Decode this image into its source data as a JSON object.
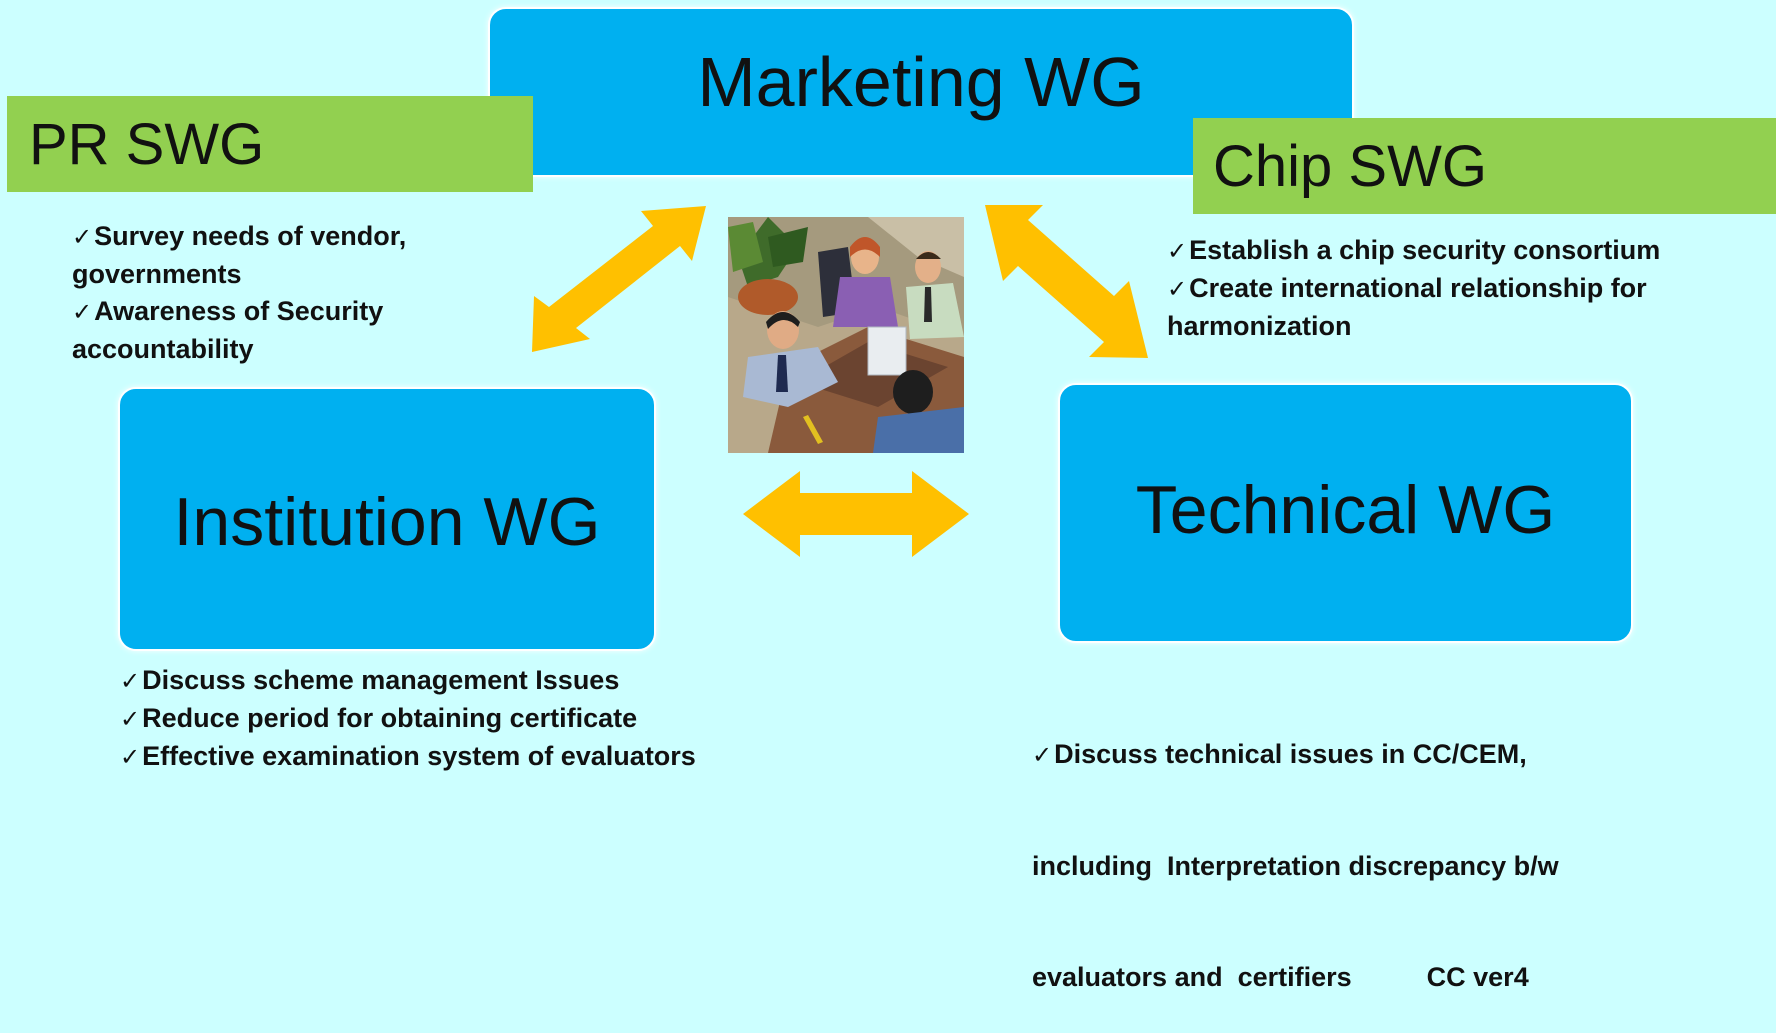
{
  "working_groups": {
    "marketing": "Marketing WG",
    "institution": "Institution WG",
    "technical": "Technical WG"
  },
  "sub_working_groups": {
    "pr": "PR SWG",
    "chip": "Chip SWG"
  },
  "pr_bullets": [
    "Survey needs of  vendor,",
    "governments",
    "Awareness of Security",
    "accountability"
  ],
  "chip_bullets": [
    "Establish a chip security consortium",
    "Create  international relationship for",
    "harmonization"
  ],
  "institution_bullets": [
    "Discuss scheme management Issues",
    "Reduce period  for obtaining  certificate",
    "Effective examination system of evaluators"
  ],
  "technical_bullets": [
    "Discuss technical issues in CC/CEM,",
    "including  Interpretation discrepancy b/w",
    "evaluators and  certifiers          CC ver4"
  ],
  "check_mark": "✓",
  "colors": {
    "background": "#ccffff",
    "wg_box": "#00b0f0",
    "swg_box": "#92d050",
    "arrow": "#ffc000"
  }
}
